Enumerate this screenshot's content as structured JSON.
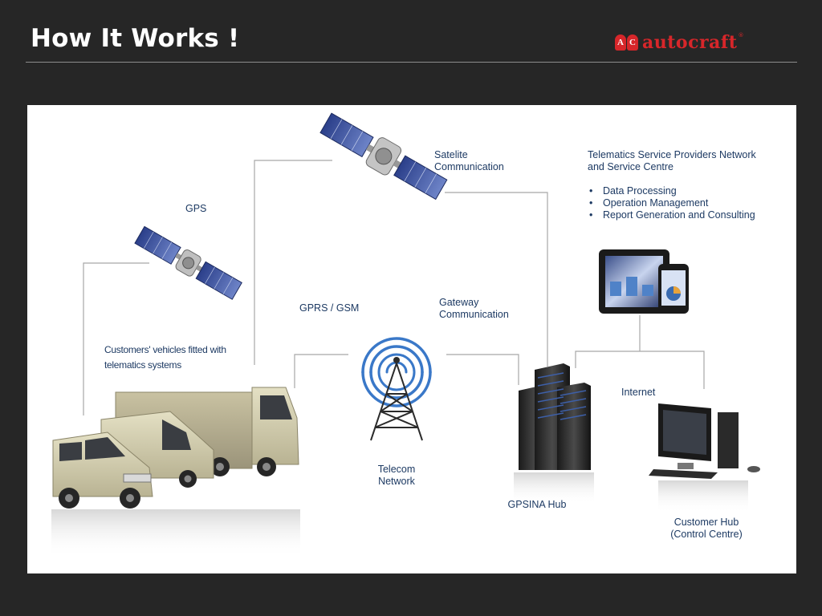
{
  "header": {
    "title": "How It Works !",
    "logo_text": "autocraft",
    "logo_mark": [
      "A",
      "C"
    ],
    "logo_reg": "®"
  },
  "labels": {
    "gps": "GPS",
    "satellite": [
      "Satelite",
      "Communication"
    ],
    "tsp": [
      "Telematics Service Providers Network",
      "and Service Centre"
    ],
    "tsp_bullets": [
      "Data Processing",
      "Operation Management",
      "Report Generation and Consulting"
    ],
    "gprs": "GPRS / GSM",
    "gateway": [
      "Gateway",
      "Communication"
    ],
    "vehicles": [
      "Customers' vehicles fitted with",
      "telematics systems"
    ],
    "internet": "Internet",
    "telecom": [
      "Telecom",
      "Network"
    ],
    "hub": "GPSINA Hub",
    "customer_hub": [
      "Customer Hub",
      "(Control Centre)"
    ]
  },
  "colors": {
    "background": "#262626",
    "panel": "#ffffff",
    "label_text": "#1d3a63",
    "brand_red": "#d7262a",
    "connector": "#a8a8a8",
    "signal_blue": "#3a78c8"
  }
}
